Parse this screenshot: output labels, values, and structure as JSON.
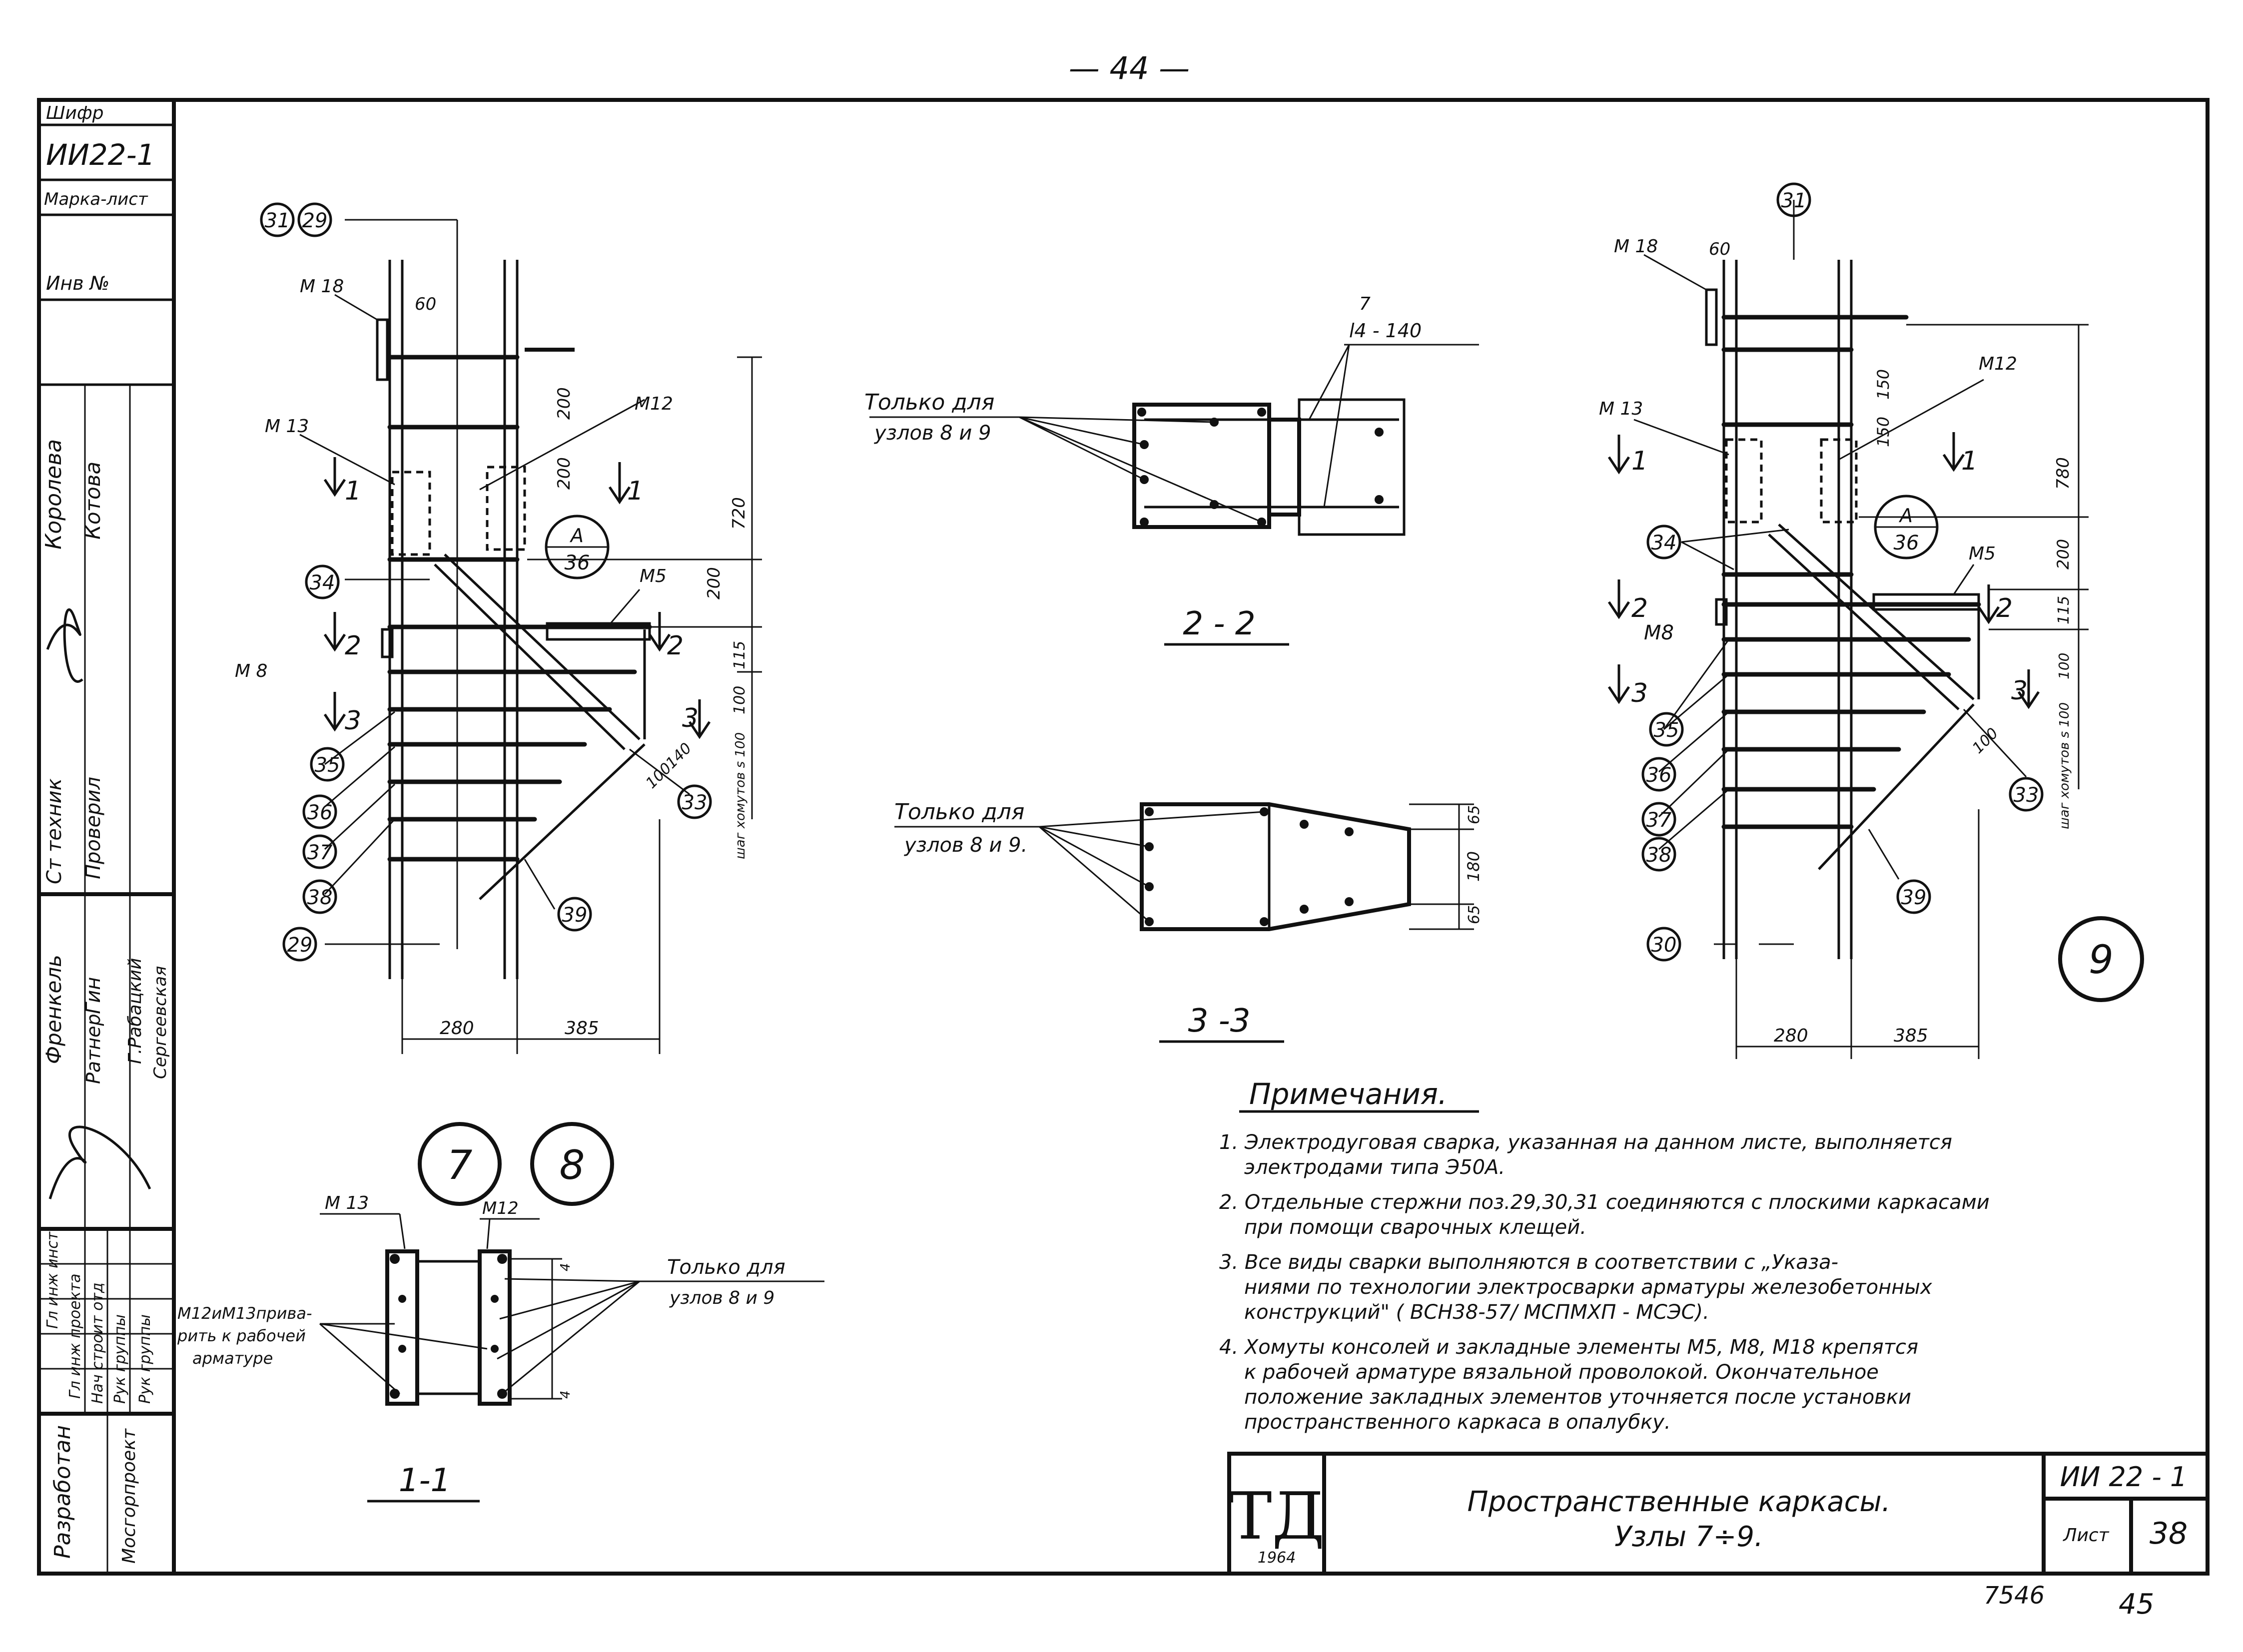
{
  "page": {
    "number_top": "— 44 —",
    "handwritten_1": "7546",
    "handwritten_2": "45"
  },
  "side_stamp": {
    "shifr_label": "Шифр",
    "shifr_value": "ИИ22-1",
    "marka_label": "Марка-лист",
    "inv_label": "Инв №",
    "names": [
      "Королева",
      "Котова",
      "Ст техник",
      "Проверил",
      "Френкель",
      "Гин",
      "Ратнер",
      "Г.Рабацкий",
      "Сергеевская"
    ],
    "roles": [
      "Гл инж инст",
      "Гл инж проекта",
      "Нач строит отд",
      "Рук группы",
      "Рук группы"
    ],
    "bottom_roles": [
      "Разработан",
      "Мосгорпроект"
    ]
  },
  "views": {
    "left": {
      "labels": [
        "31",
        "29",
        "М 18",
        "60",
        "М 13",
        "М12",
        "200",
        "200",
        "720",
        "200",
        "115",
        "100",
        "А",
        "36",
        "М5",
        "34",
        "М 8",
        "2",
        "2",
        "1",
        "1",
        "3",
        "3",
        "35",
        "36",
        "37",
        "38",
        "29",
        "39",
        "33",
        "100",
        "140",
        "шаг хомутов s 100",
        "280",
        "385"
      ]
    },
    "section_2_2": {
      "callout": "Только для",
      "callout2": "узлов 8 и 9",
      "spec_top": "7",
      "spec_bottom": "l4 - 140",
      "title": "2 - 2"
    },
    "section_3_3": {
      "callout": "Только для",
      "callout2": "узлов 8 и 9.",
      "dims": [
        "65",
        "180",
        "65"
      ],
      "title": "3 -3"
    },
    "right": {
      "labels": [
        "31",
        "М 18",
        "60",
        "М 13",
        "М12",
        "150",
        "150",
        "780",
        "200",
        "115",
        "100",
        "А",
        "36",
        "М5",
        "34",
        "М8",
        "2",
        "2",
        "1",
        "1",
        "3",
        "3",
        "35",
        "36",
        "37",
        "38",
        "30",
        "39",
        "33",
        "100",
        "шаг хомутов s 100",
        "280",
        "385"
      ],
      "node": "9"
    },
    "section_1_1": {
      "node_a": "7",
      "node_b": "8",
      "m13": "М 13",
      "m12": "М12",
      "callout": "Только для",
      "callout2": "узлов 8 и 9",
      "note_l1": "М12иМ13прива-",
      "note_l2": "рить к рабочей",
      "note_l3": "арматуре",
      "dims": [
        "4",
        "4"
      ],
      "title": "1-1"
    }
  },
  "notes": {
    "heading": "Примечания.",
    "items": [
      {
        "lines": [
          "1. Электродуговая сварка, указанная на данном листе, выполняется",
          "электродами типа Э50А."
        ]
      },
      {
        "lines": [
          "2. Отдельные стержни поз.29,30,31 соединяются с плоскими каркасами",
          "при помощи сварочных клещей."
        ]
      },
      {
        "lines": [
          "3. Все виды сварки выполняются в соответствии с „Указа-",
          "ниями по технологии электросварки арматуры железобетонных",
          "конструкций\" ( ВСН38-57/ МСПМХП - МСЭС)."
        ]
      },
      {
        "lines": [
          "4. Хомуты консолей и закладные элементы М5, М8, М18 крепятся",
          "к рабочей арматуре вязальной проволокой. Окончательное",
          "положение закладных элементов уточняется после установки",
          "пространственного каркаса в опалубку."
        ]
      }
    ]
  },
  "title_block": {
    "logo": "ТД",
    "year": "1964",
    "title_l1": "Пространственные каркасы.",
    "title_l2": "Узлы 7÷9.",
    "code": "ИИ 22 - 1",
    "sheet_label": "Лист",
    "sheet_no": "38"
  }
}
